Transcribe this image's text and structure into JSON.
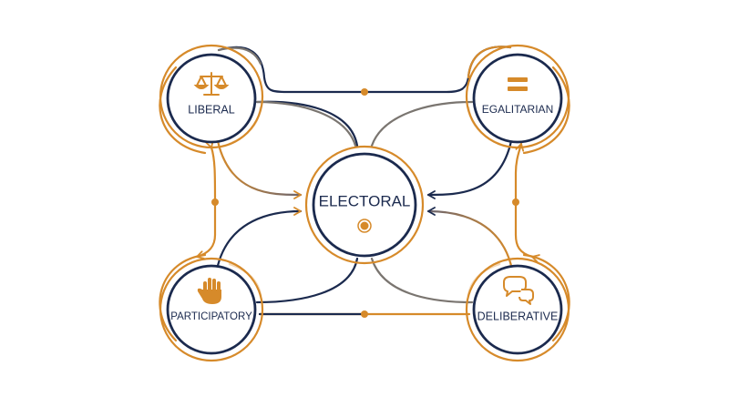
{
  "colors": {
    "navy": "#1b2a4e",
    "gold": "#d68a2a",
    "gray": "#7a7570",
    "faint": "#f3d9b8",
    "background": "#ffffff"
  },
  "center": {
    "label": "ELECTORAL",
    "icon": "target-dot-icon"
  },
  "nodes": {
    "liberal": {
      "label": "LIBERAL",
      "icon": "scales-icon"
    },
    "egalitarian": {
      "label": "EGALITARIAN",
      "icon": "equals-icon"
    },
    "participatory": {
      "label": "PARTICIPATORY",
      "icon": "raised-hand-icon"
    },
    "deliberative": {
      "label": "DELIBERATIVE",
      "icon": "speech-bubbles-icon"
    }
  }
}
